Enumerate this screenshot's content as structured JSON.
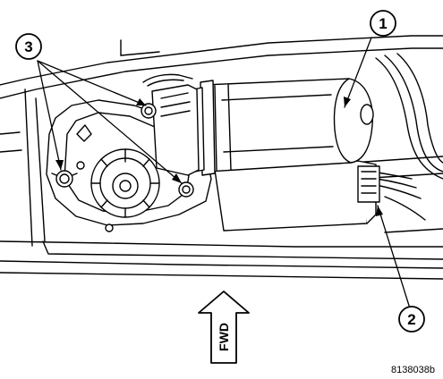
{
  "callouts": {
    "one": "1",
    "two": "2",
    "three": "3"
  },
  "direction_label": "FWD",
  "figure_id": "8138038b",
  "colors": {
    "line": "#000000",
    "background": "#ffffff"
  }
}
